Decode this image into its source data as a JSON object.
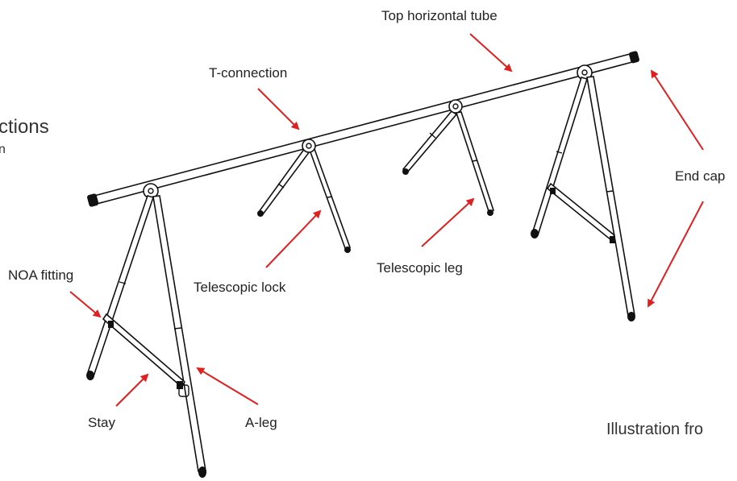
{
  "colors": {
    "arrow": "#e02020",
    "ink": "#111111",
    "text": "#222222"
  },
  "labels": {
    "top_horizontal_tube": "Top horizontal tube",
    "t_connection": "T-connection",
    "end_cap": "End cap",
    "noa_fitting": "NOA fitting",
    "telescopic_lock": "Telescopic lock",
    "telescopic_leg": "Telescopic leg",
    "stay": "Stay",
    "a_leg": "A-leg"
  },
  "partial_text": {
    "left_heading": "ctions",
    "left_heading_second_line": "n",
    "caption": "Illustration fro"
  }
}
